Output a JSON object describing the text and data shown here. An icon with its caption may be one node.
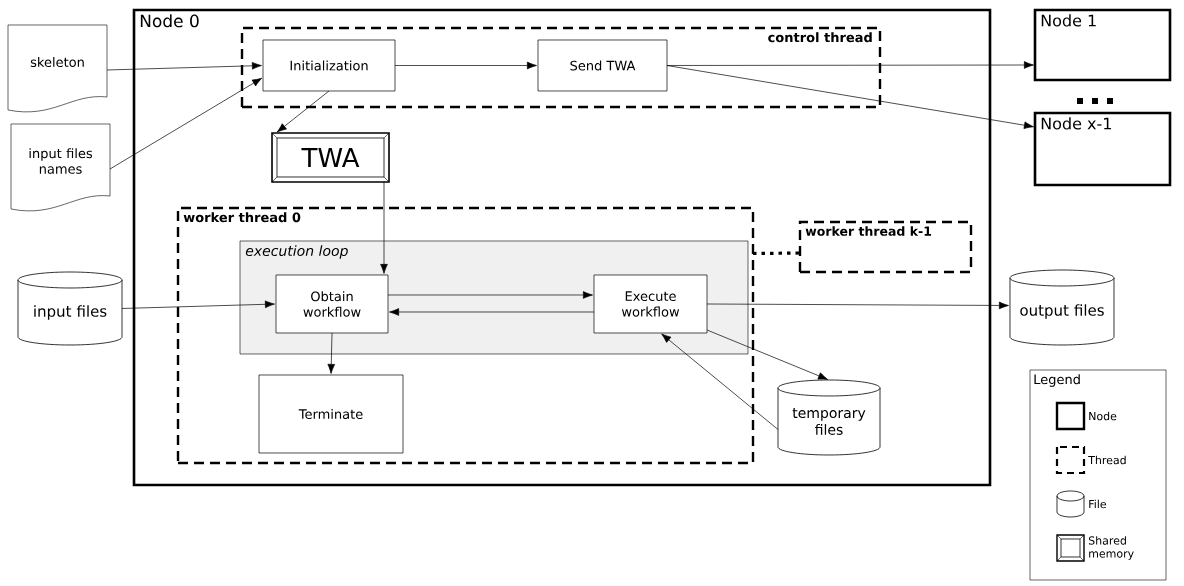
{
  "diagram": {
    "nodes": [
      {
        "text": [
          "Node 0"
        ]
      },
      {
        "text": [
          "control thread"
        ],
        "in": 0
      },
      {
        "text": [
          "Initialization"
        ],
        "in": 1
      },
      {
        "text": [
          "Send TWA"
        ],
        "in": 1
      },
      {
        "text": [
          "TWA"
        ],
        "in": 0
      },
      {
        "text": [
          "worker thread 0"
        ],
        "in": 0
      },
      {
        "text": [
          "execution loop"
        ],
        "in": 5
      },
      {
        "text": [
          "Obtain workflow"
        ],
        "in": 6
      },
      {
        "text": [
          "Execute workflow"
        ],
        "in": 6
      },
      {
        "text": [
          "Terminate"
        ],
        "in": 5
      },
      {
        "text": [
          "worker thread k-1"
        ],
        "in": 0
      },
      {
        "text": [
          "skeleton"
        ]
      },
      {
        "text": [
          "input files names"
        ]
      },
      {
        "text": [
          "input files"
        ]
      },
      {
        "text": [
          "Node 1"
        ]
      },
      {
        "text": [
          "Node x-1"
        ]
      },
      {
        "text": [
          "output files"
        ]
      },
      {
        "text": [
          "temporary files"
        ],
        "in": 0
      }
    ],
    "edges": [
      {
        "from": 11,
        "to": 2,
        "arrow": "to"
      },
      {
        "from": 12,
        "to": 2,
        "arrow": "to"
      },
      {
        "from": 2,
        "to": 3,
        "arrow": "to"
      },
      {
        "from": 2,
        "to": 4,
        "arrow": "to"
      },
      {
        "from": 3,
        "to": 14,
        "arrow": "to"
      },
      {
        "from": 3,
        "to": 15,
        "arrow": "to"
      },
      {
        "from": 4,
        "to": 7,
        "arrow": "to"
      },
      {
        "from": 13,
        "to": 7,
        "arrow": "to"
      },
      {
        "from": 7,
        "to": 8,
        "arrow": "to"
      },
      {
        "from": 8,
        "to": 7,
        "arrow": "to"
      },
      {
        "from": 7,
        "to": 9,
        "arrow": "to"
      },
      {
        "from": 8,
        "to": 16,
        "arrow": "to"
      },
      {
        "from": 8,
        "to": 17,
        "arrow": "to"
      },
      {
        "from": 17,
        "to": 8,
        "arrow": "to"
      },
      {
        "from": 5,
        "to": 10,
        "arrow": "none",
        "style": "dashed"
      }
    ],
    "labels": [
      "Legend"
    ],
    "legend": [
      {
        "text": "Node"
      },
      {
        "text": "Thread"
      },
      {
        "text": "File"
      },
      {
        "text": "Shared memory"
      }
    ]
  }
}
